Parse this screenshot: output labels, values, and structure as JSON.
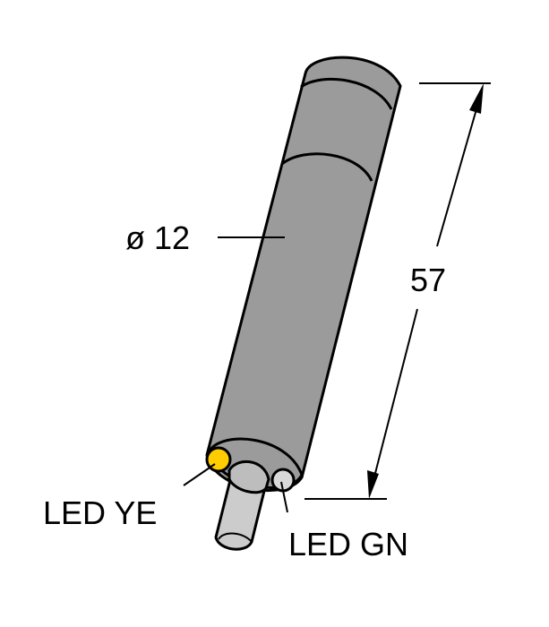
{
  "labels": {
    "diameter": "ø 12",
    "length": "57",
    "led_yellow": "LED YE",
    "led_green": "LED GN"
  },
  "colors": {
    "body": "#9b9b9b",
    "cable": "#cccccc",
    "led_yellow": "#ffcc00",
    "led_green_lens": "#d9d9d9",
    "outline": "#000000"
  }
}
